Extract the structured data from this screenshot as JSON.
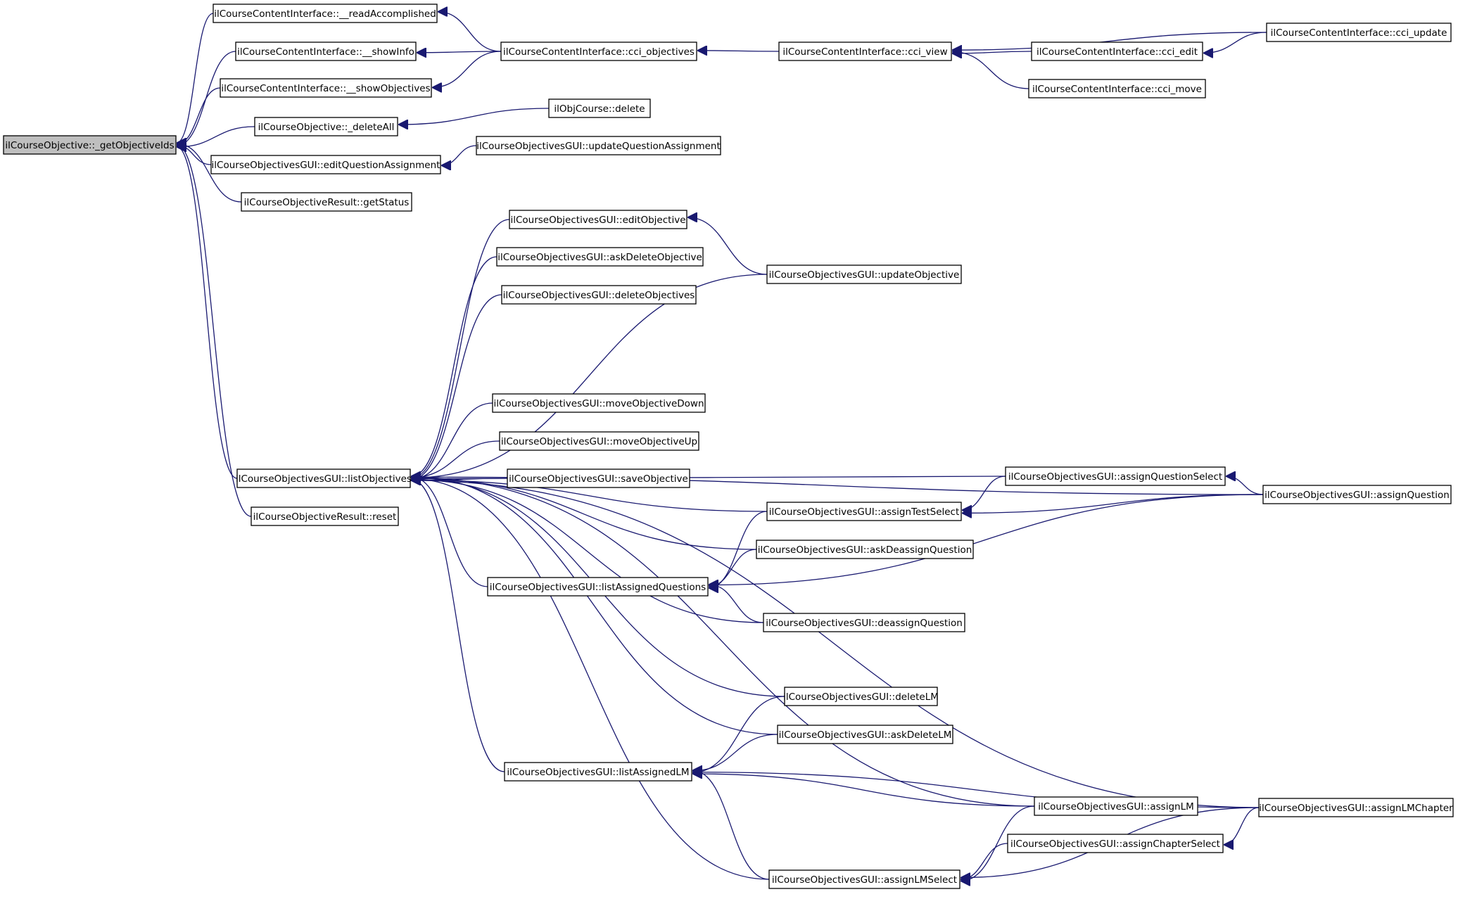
{
  "graph": {
    "root": "n0",
    "colors": {
      "edge": "#191970",
      "root_fill": "#bfbfbf",
      "node_fill": "#ffffff",
      "node_stroke": "#000000"
    },
    "nodes": [
      {
        "id": "n0",
        "label": "ilCourseObjective::_getObjectiveIds"
      },
      {
        "id": "n1",
        "label": "ilCourseContentInterface::__readAccomplished"
      },
      {
        "id": "n2",
        "label": "ilCourseContentInterface::__showInfo"
      },
      {
        "id": "n3",
        "label": "ilCourseContentInterface::__showObjectives"
      },
      {
        "id": "n4",
        "label": "ilCourseObjective::_deleteAll"
      },
      {
        "id": "n5",
        "label": "ilCourseObjectivesGUI::editQuestionAssignment"
      },
      {
        "id": "n6",
        "label": "ilCourseObjectiveResult::getStatus"
      },
      {
        "id": "n7",
        "label": "ilCourseObjectivesGUI::listObjectives"
      },
      {
        "id": "n8",
        "label": "ilCourseObjectiveResult::reset"
      },
      {
        "id": "n9",
        "label": "ilCourseContentInterface::cci_objectives"
      },
      {
        "id": "n10",
        "label": "ilObjCourse::delete"
      },
      {
        "id": "n11",
        "label": "ilCourseObjectivesGUI::updateQuestionAssignment"
      },
      {
        "id": "n12",
        "label": "ilCourseContentInterface::cci_view"
      },
      {
        "id": "n13",
        "label": "ilCourseContentInterface::cci_edit"
      },
      {
        "id": "n14",
        "label": "ilCourseContentInterface::cci_move"
      },
      {
        "id": "n15",
        "label": "ilCourseContentInterface::cci_update"
      },
      {
        "id": "n16",
        "label": "ilCourseObjectivesGUI::editObjective"
      },
      {
        "id": "n17",
        "label": "ilCourseObjectivesGUI::askDeleteObjective"
      },
      {
        "id": "n18",
        "label": "ilCourseObjectivesGUI::deleteObjectives"
      },
      {
        "id": "n19",
        "label": "ilCourseObjectivesGUI::updateObjective"
      },
      {
        "id": "n20",
        "label": "ilCourseObjectivesGUI::moveObjectiveDown"
      },
      {
        "id": "n21",
        "label": "ilCourseObjectivesGUI::moveObjectiveUp"
      },
      {
        "id": "n22",
        "label": "ilCourseObjectivesGUI::saveObjective"
      },
      {
        "id": "n23",
        "label": "ilCourseObjectivesGUI::assignQuestionSelect"
      },
      {
        "id": "n24",
        "label": "ilCourseObjectivesGUI::assignQuestion"
      },
      {
        "id": "n25",
        "label": "ilCourseObjectivesGUI::assignTestSelect"
      },
      {
        "id": "n26",
        "label": "ilCourseObjectivesGUI::askDeassignQuestion"
      },
      {
        "id": "n27",
        "label": "ilCourseObjectivesGUI::listAssignedQuestions"
      },
      {
        "id": "n28",
        "label": "ilCourseObjectivesGUI::deassignQuestion"
      },
      {
        "id": "n29",
        "label": "ilCourseObjectivesGUI::deleteLM"
      },
      {
        "id": "n30",
        "label": "ilCourseObjectivesGUI::askDeleteLM"
      },
      {
        "id": "n31",
        "label": "ilCourseObjectivesGUI::listAssignedLM"
      },
      {
        "id": "n32",
        "label": "ilCourseObjectivesGUI::assignLM"
      },
      {
        "id": "n33",
        "label": "ilCourseObjectivesGUI::assignLMChapter"
      },
      {
        "id": "n34",
        "label": "ilCourseObjectivesGUI::assignChapterSelect"
      },
      {
        "id": "n35",
        "label": "ilCourseObjectivesGUI::assignLMSelect"
      }
    ],
    "edges": [
      {
        "from": "n1",
        "to": "n0"
      },
      {
        "from": "n2",
        "to": "n0"
      },
      {
        "from": "n3",
        "to": "n0"
      },
      {
        "from": "n4",
        "to": "n0"
      },
      {
        "from": "n5",
        "to": "n0"
      },
      {
        "from": "n6",
        "to": "n0"
      },
      {
        "from": "n7",
        "to": "n0"
      },
      {
        "from": "n8",
        "to": "n0"
      },
      {
        "from": "n9",
        "to": "n1"
      },
      {
        "from": "n9",
        "to": "n2"
      },
      {
        "from": "n9",
        "to": "n3"
      },
      {
        "from": "n10",
        "to": "n4"
      },
      {
        "from": "n11",
        "to": "n5"
      },
      {
        "from": "n12",
        "to": "n9"
      },
      {
        "from": "n13",
        "to": "n12"
      },
      {
        "from": "n14",
        "to": "n12"
      },
      {
        "from": "n15",
        "to": "n12"
      },
      {
        "from": "n15",
        "to": "n13"
      },
      {
        "from": "n16",
        "to": "n7"
      },
      {
        "from": "n17",
        "to": "n7"
      },
      {
        "from": "n18",
        "to": "n7"
      },
      {
        "from": "n19",
        "to": "n7"
      },
      {
        "from": "n19",
        "to": "n16"
      },
      {
        "from": "n20",
        "to": "n7"
      },
      {
        "from": "n21",
        "to": "n7"
      },
      {
        "from": "n22",
        "to": "n7"
      },
      {
        "from": "n23",
        "to": "n7"
      },
      {
        "from": "n24",
        "to": "n7"
      },
      {
        "from": "n25",
        "to": "n7"
      },
      {
        "from": "n26",
        "to": "n7"
      },
      {
        "from": "n27",
        "to": "n7"
      },
      {
        "from": "n28",
        "to": "n7"
      },
      {
        "from": "n29",
        "to": "n7"
      },
      {
        "from": "n30",
        "to": "n7"
      },
      {
        "from": "n31",
        "to": "n7"
      },
      {
        "from": "n32",
        "to": "n7"
      },
      {
        "from": "n33",
        "to": "n7"
      },
      {
        "from": "n35",
        "to": "n7"
      },
      {
        "from": "n23",
        "to": "n25"
      },
      {
        "from": "n24",
        "to": "n25"
      },
      {
        "from": "n24",
        "to": "n23"
      },
      {
        "from": "n24",
        "to": "n27"
      },
      {
        "from": "n25",
        "to": "n27"
      },
      {
        "from": "n26",
        "to": "n27"
      },
      {
        "from": "n28",
        "to": "n27"
      },
      {
        "from": "n29",
        "to": "n31"
      },
      {
        "from": "n30",
        "to": "n31"
      },
      {
        "from": "n32",
        "to": "n31"
      },
      {
        "from": "n33",
        "to": "n31"
      },
      {
        "from": "n35",
        "to": "n31"
      },
      {
        "from": "n32",
        "to": "n35"
      },
      {
        "from": "n34",
        "to": "n35"
      },
      {
        "from": "n33",
        "to": "n35"
      },
      {
        "from": "n33",
        "to": "n34"
      }
    ]
  }
}
